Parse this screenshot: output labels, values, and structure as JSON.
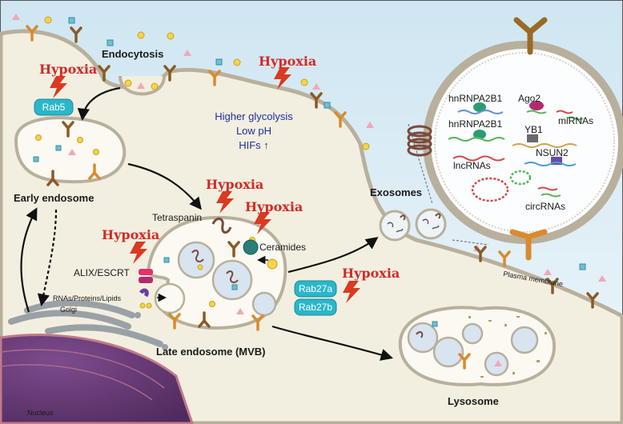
{
  "labels": {
    "endocytosis": "Endocytosis",
    "rab5": "Rab5",
    "early_endosome": "Early endosome",
    "golgi": "Golgi",
    "nucleus": "Nucleus",
    "tetraspanin": "Tetraspanin",
    "ceramides": "Ceramides",
    "alix_escrt": "ALIX/ESCRT",
    "cargo": "RNAs/Proteins/Lipids",
    "late_endosome": "Late endosome (MVB)",
    "exosomes": "Exosomes",
    "rab27a": "Rab27a",
    "rab27b": "Rab27b",
    "lysosome": "Lysosome",
    "plasma_membrane": "Plasma membrane"
  },
  "hypoxia_labels": [
    "Hypoxia",
    "Hypoxia",
    "Hypoxia",
    "Hypoxia",
    "Hypoxia",
    "Hypoxia"
  ],
  "microenvironment": {
    "line1": "Higher glycolysis",
    "line2": "Low pH",
    "line3": "HIFs ↑"
  },
  "exosome_contents": {
    "hnrnpa2b1_top": "hnRNPA2B1",
    "ago2": "Ago2",
    "hnrnpa2b1_mid": "hnRNPA2B1",
    "mirnas": "miRNAs",
    "yb1": "YB1",
    "nsun2": "NSUN2",
    "lncrnas": "lncRNAs",
    "circrnas": "circRNAs"
  },
  "colors": {
    "hypoxia": "#d22a26",
    "rab": "#2ab7c9",
    "cell": "#f3efe0",
    "membrane": "#b8b09c",
    "receptor": "#8a5a26",
    "nucleus": "#6b3f7a",
    "golgi": "#9aa1a6",
    "microenv_text": "#1f2f9a"
  }
}
